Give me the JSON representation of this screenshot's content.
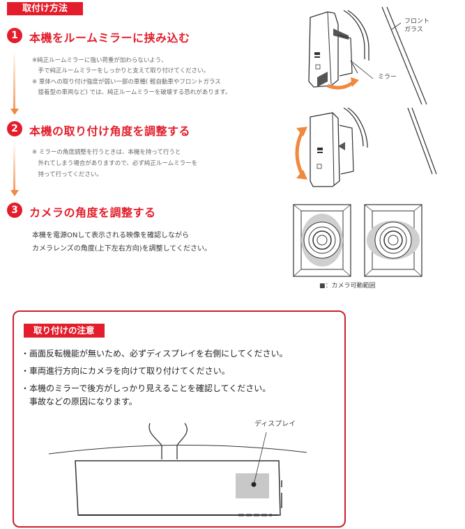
{
  "header": {
    "tag": "取付け方法"
  },
  "steps": [
    {
      "number": "1",
      "title": "本機をルームミラーに挟み込む",
      "notes": [
        "※純正ルームミラーに強い荷重が加わらないよう、",
        "　手で純正ルームミラーをしっかりと支えて取り付けてください。",
        "※ 車体への取り付け強度が弱い一部の車種( 軽自動車やフロントガラス",
        "　接着型の車両など) では、純正ルームミラーを破壊する恐れがあります。"
      ]
    },
    {
      "number": "2",
      "title": "本機の取り付け角度を調整する",
      "notes": [
        "※ ミラーの角度調整を行うときは、本機を持って行うと",
        "　外れてしまう場合がありますので、必ず純正ルームミラーを",
        "　持って行ってください。"
      ]
    },
    {
      "number": "3",
      "title": "カメラの角度を調整する",
      "notes": [
        "本機を電源ONして表示される映像を確認しながら",
        "カメラレンズの角度(上下左右方向)を調整してください。"
      ]
    }
  ],
  "illustrations": {
    "front_glass_label_1": "フロント",
    "front_glass_label_2": "ガラス",
    "mirror_label": "ミラー",
    "camera_range_legend": "■：カメラ可動範囲"
  },
  "caution": {
    "tag": "取り付けの注意",
    "items": [
      "・画面反転機能が無いため、必ずディスプレイを右側にしてください。",
      "・車両進行方向にカメラを向けて取り付けてください。",
      "・本機のミラーで後方がしっかり見えることを確認してください。",
      "　事故などの原因になります。"
    ],
    "display_label": "ディスプレイ"
  },
  "colors": {
    "accent": "#e31d2b",
    "arrow": "#f0883e",
    "border": "#c8202d"
  }
}
